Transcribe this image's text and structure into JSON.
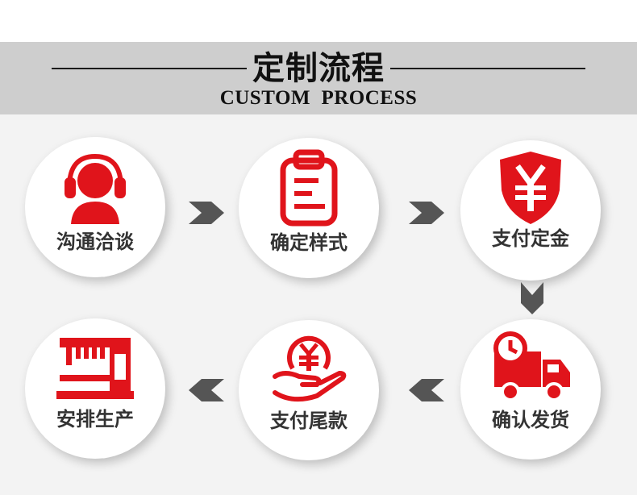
{
  "header": {
    "title_cn": "定制流程",
    "title_en": "CUSTOM  PROCESS"
  },
  "colors": {
    "accent": "#e0141b",
    "arrow": "#555555",
    "band": "#cecece",
    "background": "#f3f3f3",
    "label": "#333333"
  },
  "steps": [
    {
      "label": "沟通洽谈",
      "icon": "customer-service-headset-icon"
    },
    {
      "label": "确定样式",
      "icon": "clipboard-icon"
    },
    {
      "label": "支付定金",
      "icon": "yen-shield-icon"
    },
    {
      "label": "确认发货",
      "icon": "delivery-truck-clock-icon"
    },
    {
      "label": "支付尾款",
      "icon": "yen-coin-hand-icon"
    },
    {
      "label": "安排生产",
      "icon": "sewing-machine-icon"
    }
  ]
}
